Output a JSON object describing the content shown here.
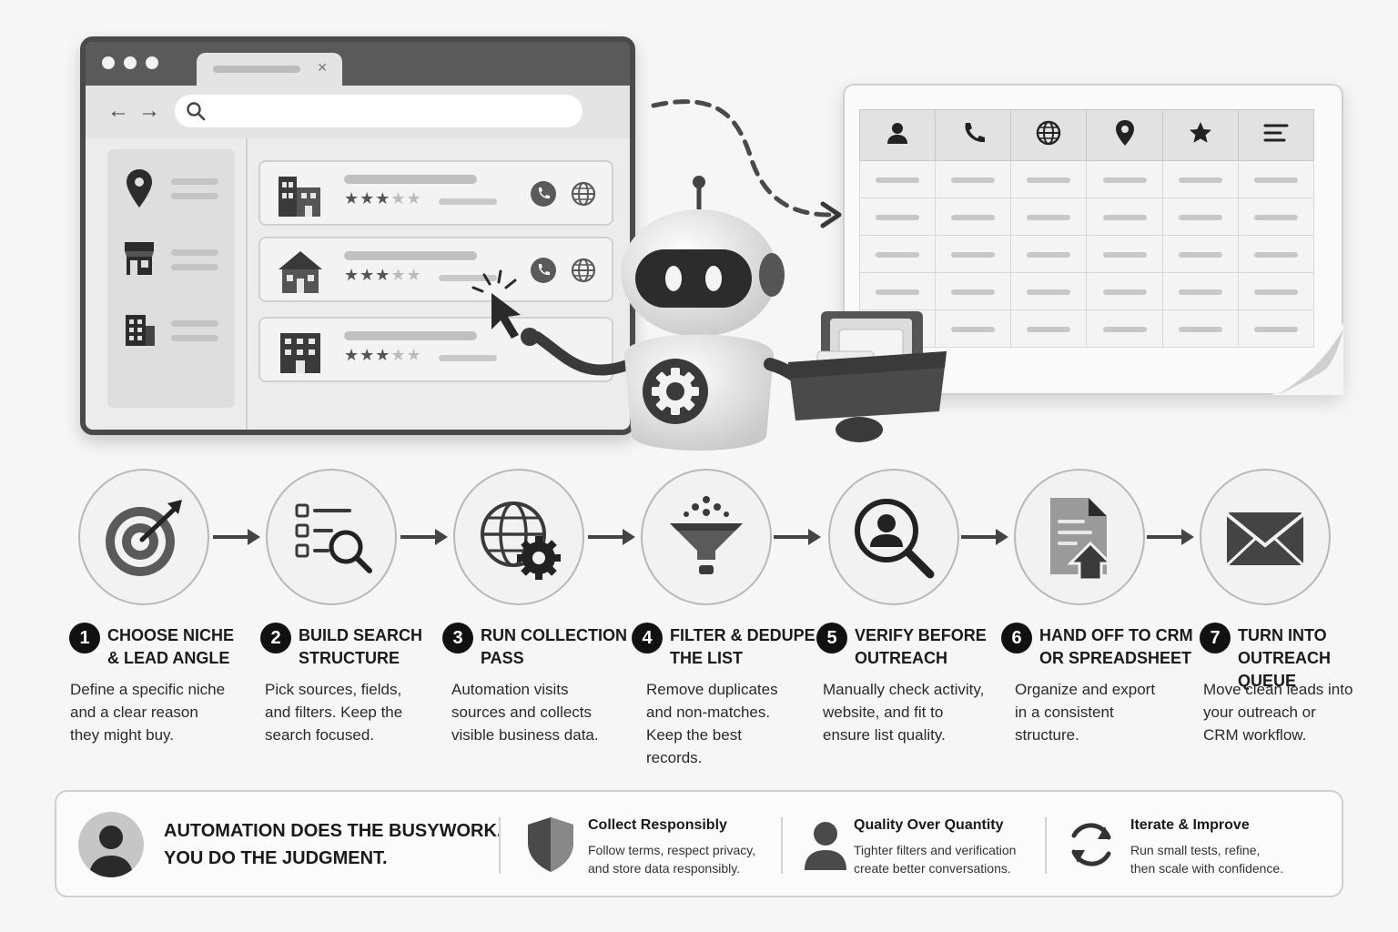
{
  "steps": [
    {
      "num": "1",
      "title": "CHOOSE NICHE\n& LEAD ANGLE",
      "desc": "Define a specific niche\nand a clear reason\nthey might buy.",
      "icon": "target-icon"
    },
    {
      "num": "2",
      "title": "BUILD SEARCH\nSTRUCTURE",
      "desc": "Pick sources, fields,\nand filters. Keep the\nsearch focused.",
      "icon": "checklist-search-icon"
    },
    {
      "num": "3",
      "title": "RUN COLLECTION\nPASS",
      "desc": "Automation visits\nsources and collects\nvisible business data.",
      "icon": "globe-gear-icon"
    },
    {
      "num": "4",
      "title": "FILTER & DEDUPE\nTHE LIST",
      "desc": "Remove duplicates\nand non-matches.\nKeep the best\nrecords.",
      "icon": "funnel-icon"
    },
    {
      "num": "5",
      "title": "VERIFY BEFORE\nOUTREACH",
      "desc": "Manually check activity,\nwebsite, and fit to\nensure list quality.",
      "icon": "magnify-person-icon"
    },
    {
      "num": "6",
      "title": "HAND OFF TO CRM\nOR SPREADSHEET",
      "desc": "Organize and export\nin a consistent\nstructure.",
      "icon": "document-upload-icon"
    },
    {
      "num": "7",
      "title": "TURN INTO\nOUTREACH QUEUE",
      "desc": "Move clean leads into\nyour outreach or\nCRM workflow.",
      "icon": "envelope-icon"
    }
  ],
  "bottom": {
    "tagline": "AUTOMATION DOES THE BUSYWORK.\nYOU DO THE JUDGMENT.",
    "tips": [
      {
        "title": "Collect Responsibly",
        "text": "Follow terms, respect privacy,\nand store data responsibly.",
        "icon": "shield-icon"
      },
      {
        "title": "Quality Over Quantity",
        "text": "Tighter filters and verification\ncreate better conversations.",
        "icon": "person-icon"
      },
      {
        "title": "Iterate & Improve",
        "text": "Run small tests, refine,\nthen scale with confidence.",
        "icon": "refresh-icon"
      }
    ]
  },
  "sheet_columns": [
    "person-icon",
    "phone-icon",
    "globe-icon",
    "pin-icon",
    "star-icon",
    "notes-icon"
  ],
  "colors": {
    "ink": "#1a1a1a",
    "mid": "#5a5a5a",
    "light": "#d0d0d0",
    "bg": "#f6f6f6"
  }
}
